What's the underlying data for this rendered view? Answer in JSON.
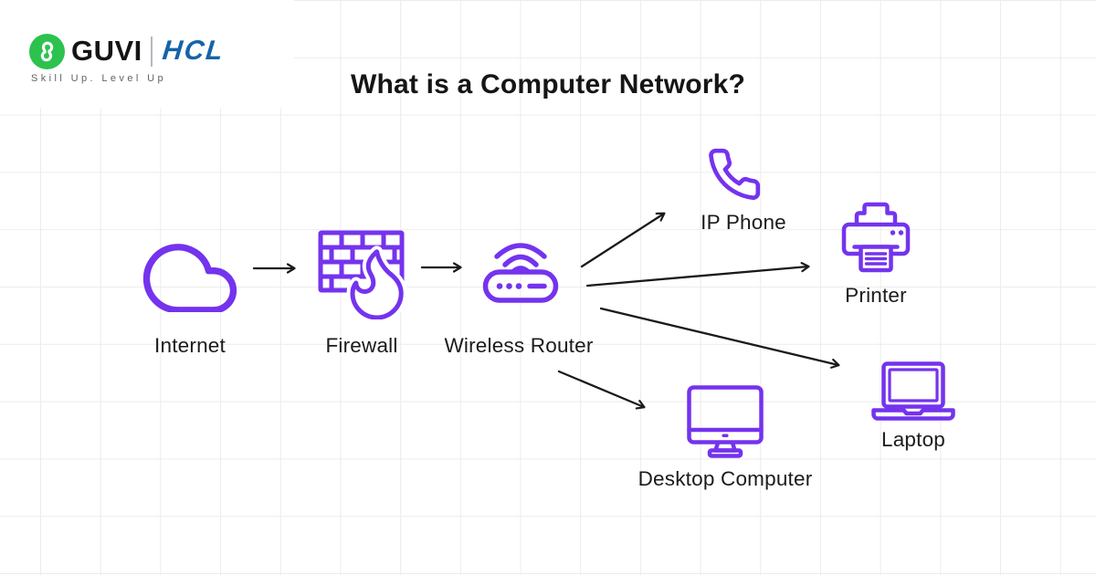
{
  "header": {
    "brand": {
      "guvi_text": "GUVI",
      "hcl_text": "HCL",
      "tagline": "Skill Up. Level Up"
    },
    "title": "What is a Computer Network?"
  },
  "colors": {
    "icon_purple": "#7433EE",
    "arrow_black": "#1a1a1a",
    "grid_line": "#ececee",
    "guvi_green": "#2BC24E",
    "hcl_blue": "#1464A8"
  },
  "diagram": {
    "nodes": [
      {
        "id": "internet",
        "label": "Internet",
        "icon": "cloud-icon"
      },
      {
        "id": "firewall",
        "label": "Firewall",
        "icon": "firewall-icon"
      },
      {
        "id": "wireless-router",
        "label": "Wireless Router",
        "icon": "wireless-router-icon"
      },
      {
        "id": "ip-phone",
        "label": "IP Phone",
        "icon": "phone-icon"
      },
      {
        "id": "printer",
        "label": "Printer",
        "icon": "printer-icon"
      },
      {
        "id": "laptop",
        "label": "Laptop",
        "icon": "laptop-icon"
      },
      {
        "id": "desktop-computer",
        "label": "Desktop Computer",
        "icon": "desktop-monitor-icon"
      }
    ],
    "edges": [
      {
        "from": "internet",
        "to": "firewall"
      },
      {
        "from": "firewall",
        "to": "wireless-router"
      },
      {
        "from": "wireless-router",
        "to": "ip-phone"
      },
      {
        "from": "wireless-router",
        "to": "printer"
      },
      {
        "from": "wireless-router",
        "to": "laptop"
      },
      {
        "from": "wireless-router",
        "to": "desktop-computer"
      }
    ]
  }
}
